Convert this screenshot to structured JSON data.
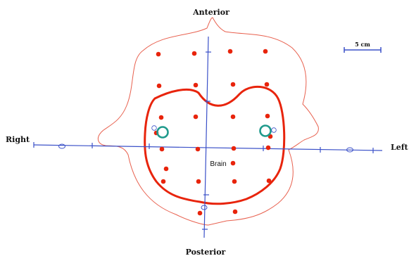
{
  "labels": {
    "anterior": "Anterior",
    "posterior": "Posterior",
    "right": "Right",
    "left": "Left",
    "brain": "Brain",
    "scale": "5 cm"
  },
  "colors": {
    "head_outline": "#e8614f",
    "brain_outline": "#e8240c",
    "points": "#e8240c",
    "axes": "#3a50c8",
    "markers": "#1f9a8c",
    "text": "#111111"
  },
  "electrode_count": 26,
  "marker_count": 2
}
